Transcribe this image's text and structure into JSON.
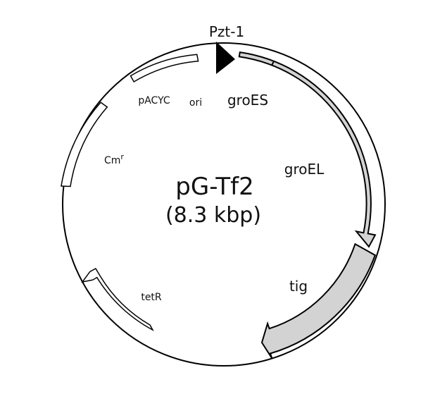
{
  "diagram": {
    "plasmid_name": "pG-Tf2",
    "plasmid_size": "(8.3 kbp)",
    "promoter": {
      "label": "Pzt-1"
    },
    "features": [
      {
        "id": "groES",
        "label": "groES"
      },
      {
        "id": "groEL",
        "label": "groEL"
      },
      {
        "id": "tig",
        "label": "tig"
      },
      {
        "id": "tetR",
        "label": "tetR"
      },
      {
        "id": "cmr",
        "label": "Cm",
        "superscript": "r"
      },
      {
        "id": "pacyc",
        "label": "pACYC"
      },
      {
        "id": "ori",
        "label": "ori"
      }
    ],
    "colors": {
      "circle": "#000000",
      "gene_fill": "#d3d3d3",
      "marker_fill": "#ffffff",
      "promoter_fill": "#000000"
    }
  }
}
